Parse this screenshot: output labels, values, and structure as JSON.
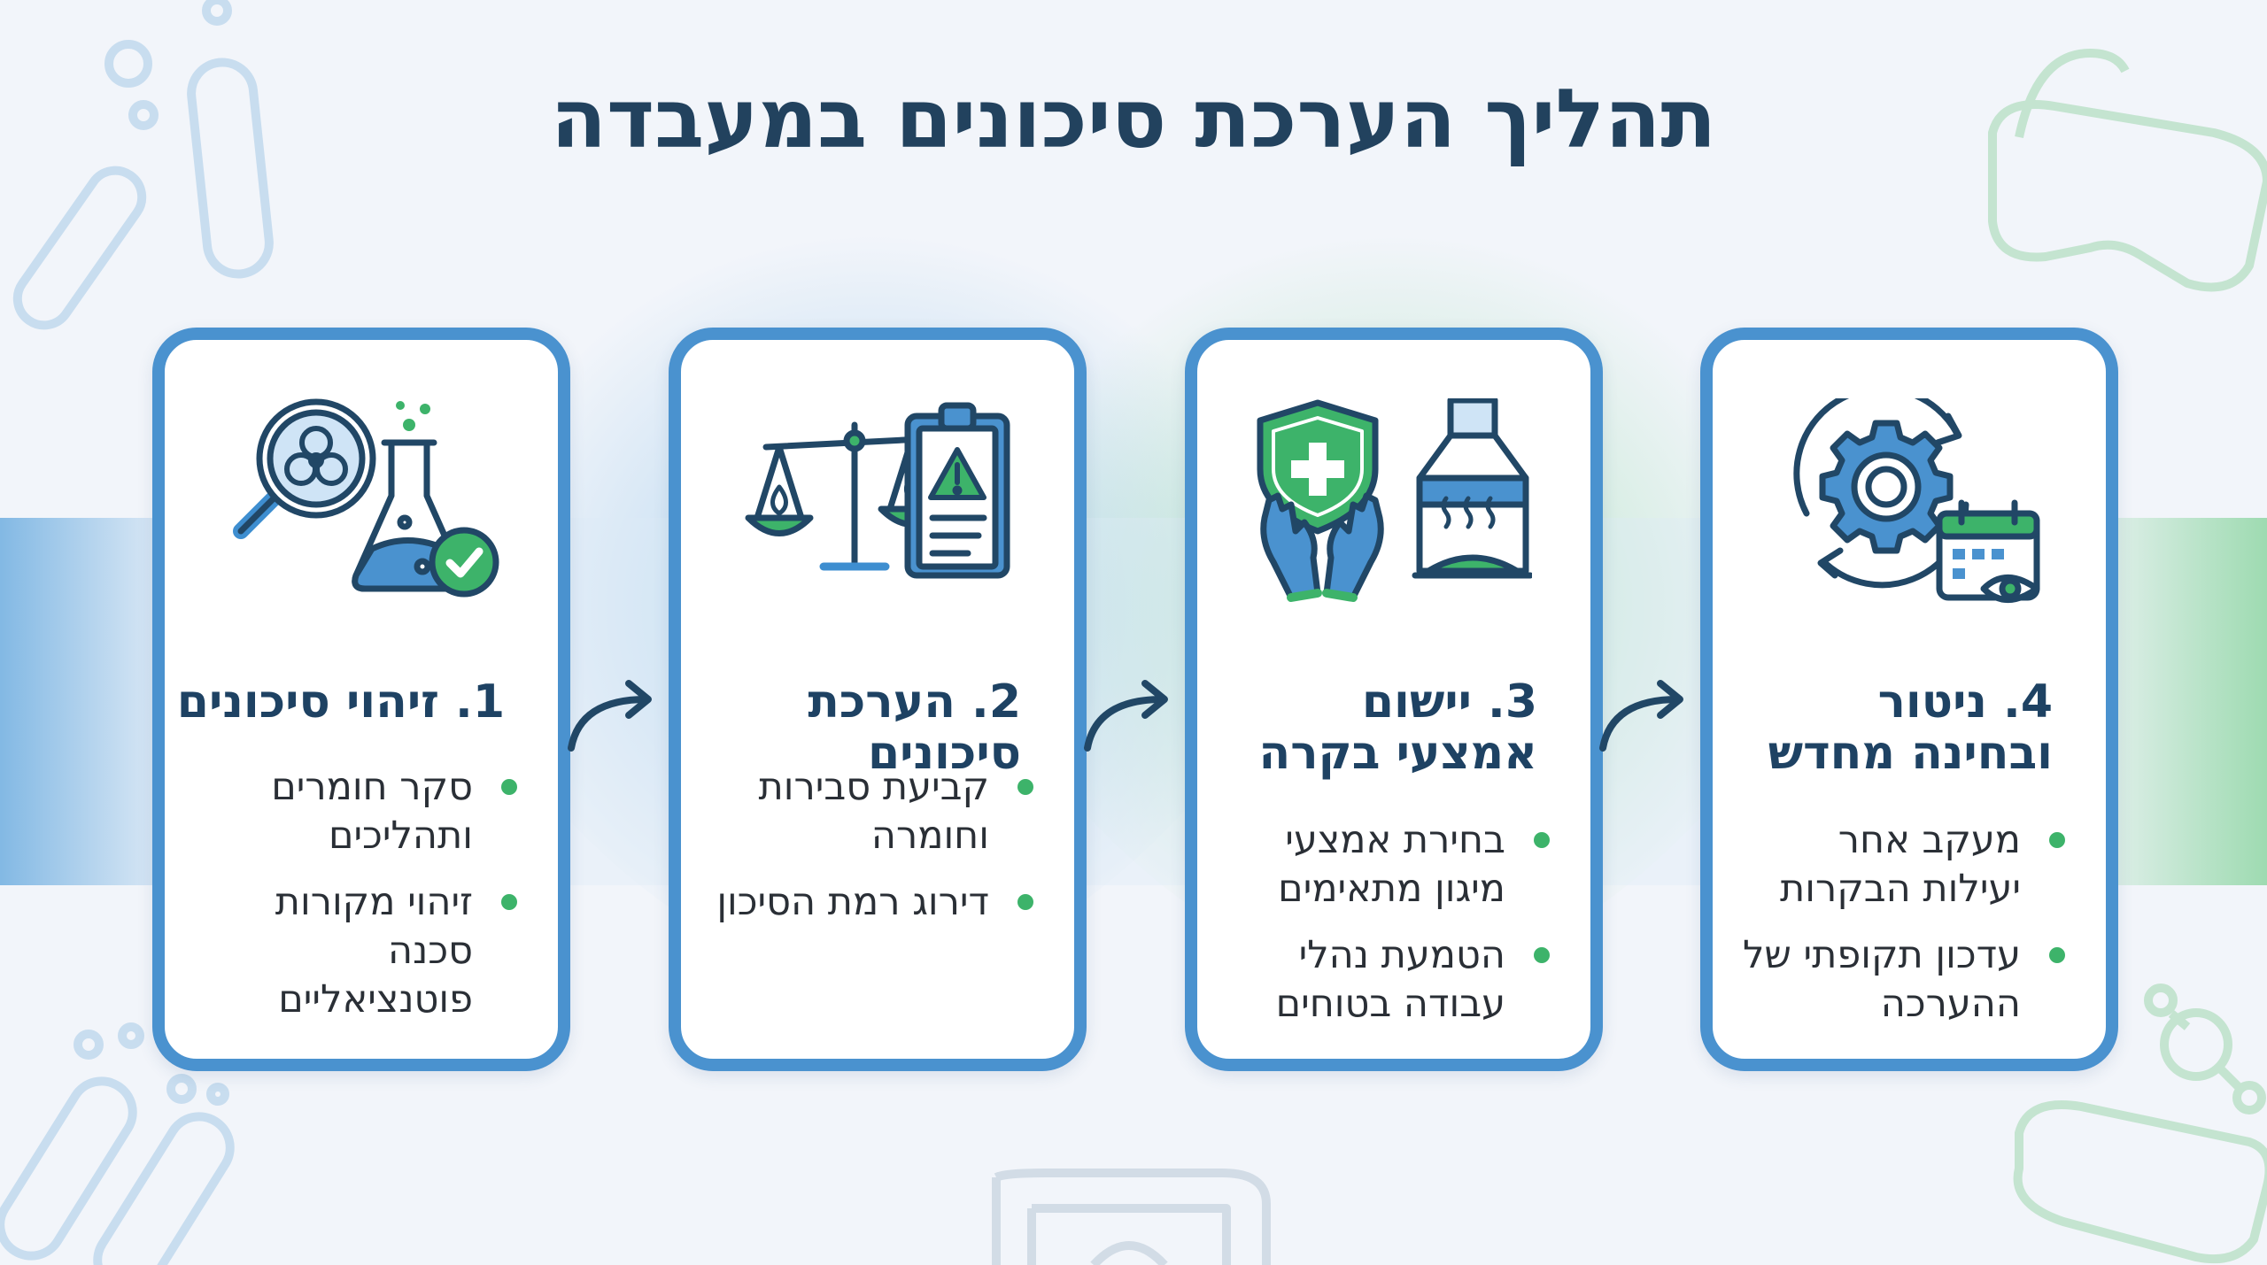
{
  "title": "תהליך הערכת סיכונים במעבדה",
  "colors": {
    "card_border": "#4a92cf",
    "title": "#22425e",
    "heading": "#1e4263",
    "bullet_dot": "#3db36a",
    "accent_green": "#3db36a",
    "accent_blue": "#4a92cf",
    "background": "#f2f5fa"
  },
  "steps": [
    {
      "icon": "magnifier-biohazard-flask-icon",
      "title": "1. זיהוי סיכונים",
      "bullets": [
        "סקר חומרים ותהליכים",
        "זיהוי מקורות סכנה פוטנציאליים"
      ]
    },
    {
      "icon": "scale-clipboard-warning-icon",
      "title": "2. הערכת סיכונים",
      "bullets": [
        "קביעת סבירות וחומרה",
        "דירוג רמת הסיכון"
      ]
    },
    {
      "icon": "shield-gloves-fume-hood-icon",
      "title": "3. יישום אמצעי בקרה",
      "bullets": [
        "בחירת אמצעי מיגון מתאימים",
        "הטמעת נהלי עבודה בטוחים"
      ]
    },
    {
      "icon": "gear-cycle-calendar-eye-icon",
      "title": "4. ניטור ובחינה מחדש",
      "bullets": [
        "מעקב אחר יעילות הבקרות",
        "עדכון תקופתי של ההערכה"
      ]
    }
  ]
}
